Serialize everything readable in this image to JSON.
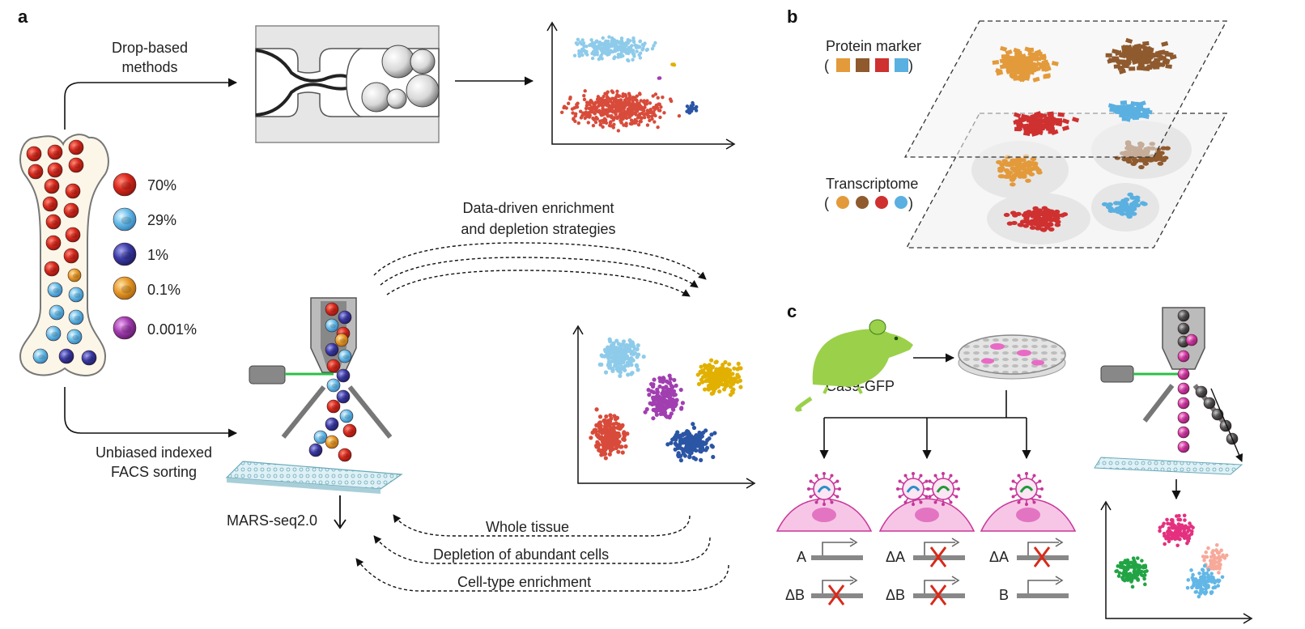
{
  "panels": {
    "a": "a",
    "b": "b",
    "c": "c"
  },
  "panel_a": {
    "drop_label": [
      "Drop-based",
      "methods"
    ],
    "facs_label": [
      "Unbiased indexed",
      "FACS sorting"
    ],
    "mars_label": "MARS-seq2.0",
    "data_driven_label": [
      "Data-driven enrichment",
      "and depletion strategies"
    ],
    "strategies": [
      "Whole tissue",
      "Depletion of abundant cells",
      "Cell-type enrichment"
    ],
    "legend": [
      {
        "color": "#cf2a1f",
        "label": "70%"
      },
      {
        "color": "#5fb4e3",
        "label": "29%"
      },
      {
        "color": "#3a3a9a",
        "label": "1%"
      },
      {
        "color": "#e39a2b",
        "label": "0.1%"
      },
      {
        "color": "#9d3ea8",
        "label": "0.001%"
      }
    ]
  },
  "panel_b": {
    "protein_label": "Protein marker",
    "transcriptome_label": "Transcriptome",
    "open_paren": "(",
    "close_paren": ")",
    "colors": [
      "#e39a3b",
      "#8f5a2e",
      "#cf3030",
      "#5ab0e0"
    ]
  },
  "panel_c": {
    "mouse_label": "Cas9-GFP",
    "gene_rows": [
      [
        "A",
        "ΔA",
        "ΔA"
      ],
      [
        "ΔB",
        "ΔB",
        "B"
      ]
    ]
  }
}
